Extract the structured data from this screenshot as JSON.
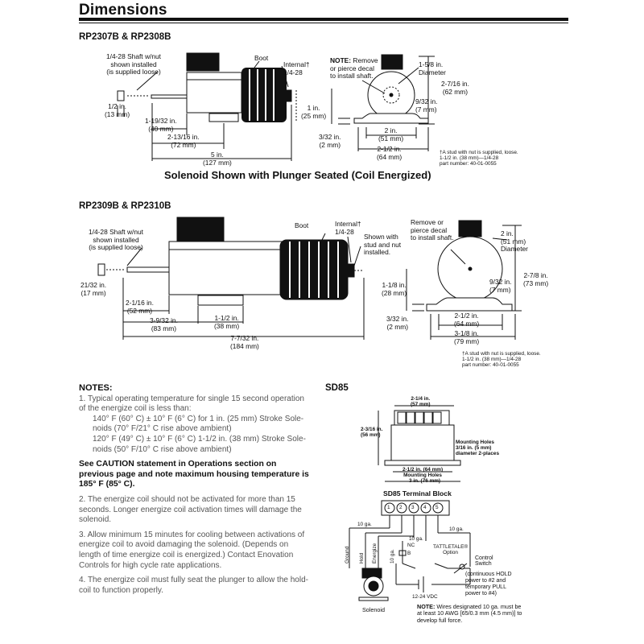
{
  "header": {
    "title": "Dimensions"
  },
  "section1": {
    "model": "RP2307B & RP2308B",
    "caption": "Solenoid Shown with Plunger Seated (Coil Energized)",
    "labels": {
      "shaft": "1/4-28 Shaft w/nut\nshown installed\n(is supplied loose)",
      "boot": "Boot",
      "internal": "Internal†\n1/4-28",
      "d_half_in": "1/2 in.\n(13 mm)",
      "d_1_19_32": "1-19/32 in.\n(40 mm)",
      "d_2_13_16": "2-13/16 in.\n(72 mm)",
      "d_5in": "5 in.\n(127 mm)",
      "d_1in": "1 in.\n(25 mm)",
      "note_remove": "Remove\nor pierce decal\nto install shaft.",
      "note_bold": "NOTE:",
      "d_1_5_8": "1-5/8 in.\nDiameter",
      "d_2_7_16": "2-7/16 in.\n(62 mm)",
      "d_9_32": "9/32 in.\n(7 mm)",
      "d_3_32": "3/32 in.\n(2 mm)",
      "d_2in": "2 in.\n(51 mm)",
      "d_2_1_2": "2-1/2 in.\n(64 mm)",
      "footnote": "†A stud with nut is supplied, loose.\n1-1/2 in. (38 mm)—1/4-28\npart number: 40-01-0055"
    }
  },
  "section2": {
    "model": "RP2309B & RP2310B",
    "labels": {
      "shaft": "1/4-28 Shaft w/nut\nshown installed\n(is supplied loose)",
      "boot": "Boot",
      "internal": "Internal†\n1/4-28",
      "stud": "Shown with\nstud and nut\ninstalled.",
      "d_21_32": "21/32 in.\n(17 mm)",
      "d_2_1_16": "2-1/16 in.\n(52 mm)",
      "d_3_9_32": "3-9/32 in.\n(83 mm)",
      "d_1_1_2": "1-1/2 in.\n(38 mm)",
      "d_7_7_32": "7-7/32 in.\n(184 mm)",
      "remove": "Remove or\npierce decal\nto install shaft.",
      "d_2in_dia": "2 in.\n(51 mm)\nDiameter",
      "d_2_7_8": "2-7/8 in.\n(73 mm)",
      "d_1_1_8": "1-1/8 in.\n(28 mm)",
      "d_9_32": "9/32 in.\n(7 mm)",
      "d_3_32": "3/32 in.\n(2 mm)",
      "d_2_1_2": "2-1/2 in.\n(64 mm)",
      "d_3_1_8": "3-1/8 in.\n(79 mm)",
      "footnote": "†A stud with nut is supplied, loose.\n1-1/2 in. (38 mm)—1/4-28\npart number: 40-01-0055"
    }
  },
  "notes": {
    "title": "NOTES:",
    "n1": "1. Typical operating temperature for single 15 second operation of the energize coil is less than:",
    "n1a": "140° F (60° C) ± 10° F (6° C) for 1 in. (25 mm) Stroke Sole-noids (70° F/21° C rise above ambient)",
    "n1b": "120° F (49° C) ± 10° F (6° C) 1-1/2 in. (38 mm) Stroke Sole-noids (50° F/10° C rise above ambient)",
    "caution": "See CAUTION statement in Operations section on previous page and note maximum housing temperature is 185° F (85° C).",
    "n2": "2. The energize coil should not be activated for more than 15 seconds. Longer energize coil activation times will damage the solenoid.",
    "n3": "3. Allow minimum 15 minutes for cooling between activations of energize coil to avoid damaging the solenoid. (Depends on length of time energize coil is energized.) Contact Enovation Controls for high cycle rate applications.",
    "n4": "4. The energize coil must fully seat the plunger to allow the hold-coil to function properly."
  },
  "sd85": {
    "title": "SD85",
    "w_top": "2-1/4 in.\n(57 mm)",
    "h_left": "2-3/16 in.\n(56 mm)",
    "mount": "Mounting Holes\n3/16 in. (5 mm)\ndiameter 2-places",
    "w_holes": "2-1/2 in. (64 mm)\nMounting Holes",
    "w_total": "3 in. (76 mm)",
    "tb_title": "SD85 Terminal Block",
    "terminals": [
      "1",
      "2",
      "3",
      "4",
      "5"
    ],
    "w10_a": "10 ga.",
    "w10_b": "10 ga.",
    "w10_c": "10 ga.",
    "w10_d": "10 ga.",
    "ground": "Ground",
    "hold": "Hold",
    "energize": "Energize",
    "nc": "NC",
    "b": "B",
    "tattletale": "TATTLETALE®\nOption",
    "control_switch": "Control\nSwitch",
    "switch_note": "(continuous HOLD\npower to #2 and\ntemporary PULL\npower to #4)",
    "vdc": "12-24 VDC",
    "solenoid": "Solenoid",
    "note_bold": "NOTE:",
    "note": "Wires designated 10 ga. must be\nat least 10 AWG [65/0.3 mm (4.5 mm)] to\ndevelop full force."
  }
}
